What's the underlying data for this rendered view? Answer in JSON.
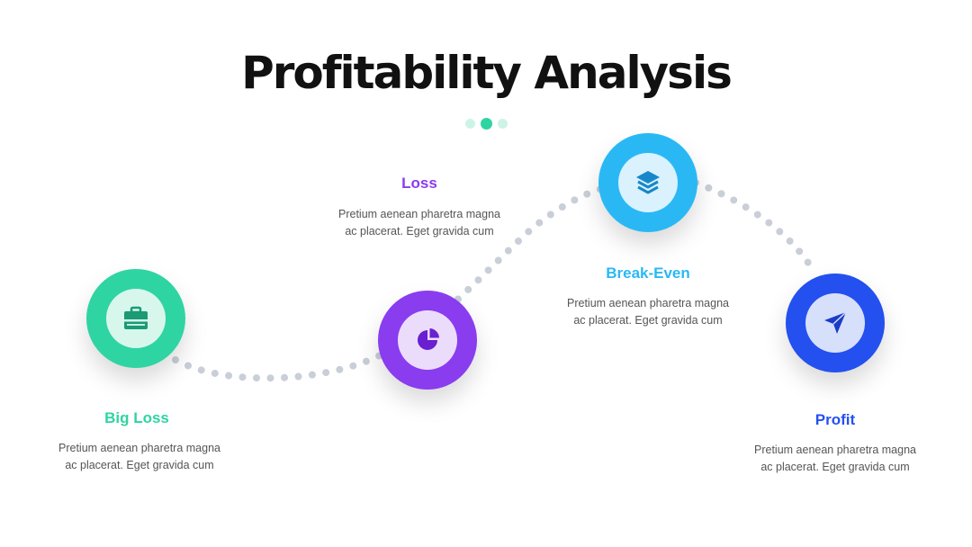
{
  "title": "Profitability Analysis",
  "colors": {
    "big_loss": "#2fd4a3",
    "loss": "#8a3cef",
    "break_even": "#2ab8f5",
    "profit": "#2450f0",
    "path_dots": "#c9ced8"
  },
  "steps": [
    {
      "label": "Big Loss",
      "icon": "briefcase-icon",
      "text": "Pretium aenean pharetra magna ac placerat. Eget gravida cum"
    },
    {
      "label": "Loss",
      "icon": "pie-chart-icon",
      "text": "Pretium aenean pharetra magna ac placerat. Eget gravida cum"
    },
    {
      "label": "Break-Even",
      "icon": "layers-icon",
      "text": "Pretium aenean pharetra magna ac placerat. Eget gravida cum"
    },
    {
      "label": "Profit",
      "icon": "send-icon",
      "text": "Pretium aenean pharetra magna ac placerat. Eget gravida cum"
    }
  ]
}
